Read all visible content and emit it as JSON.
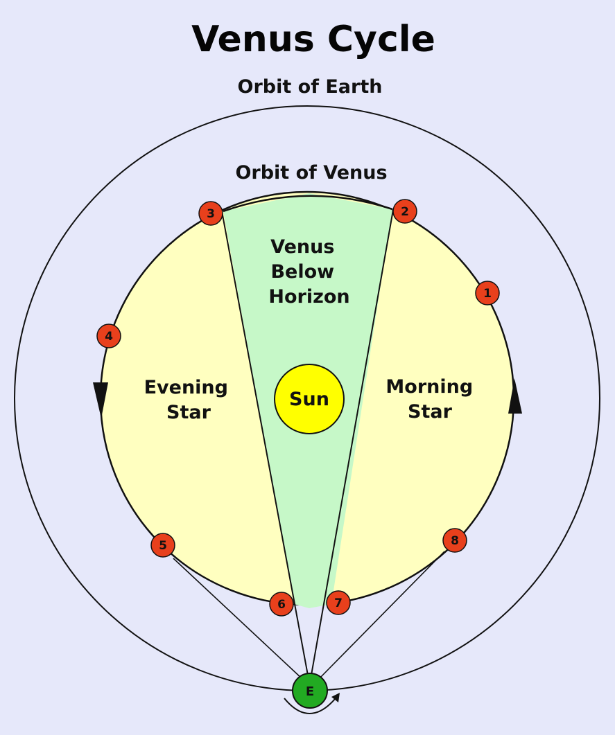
{
  "title": "Venus Cycle",
  "orbits": {
    "earth_label": "Orbit of Earth",
    "venus_label": "Orbit of Venus"
  },
  "regions": {
    "below_horizon": [
      "Venus",
      "Below",
      "Horizon"
    ],
    "evening_star": [
      "Evening",
      "Star"
    ],
    "morning_star": [
      "Morning",
      "Star"
    ]
  },
  "sun_label": "Sun",
  "earth_label": "E",
  "venus_positions": [
    "1",
    "2",
    "3",
    "4",
    "5",
    "6",
    "7",
    "8"
  ],
  "colors": {
    "background": "#e6e8fa",
    "star_region": "#ffffc0",
    "horizon_region": "#c6f8c8",
    "sun": "#ffff00",
    "venus_marker": "#e8401c",
    "earth": "#22aa22",
    "line": "#111111"
  }
}
